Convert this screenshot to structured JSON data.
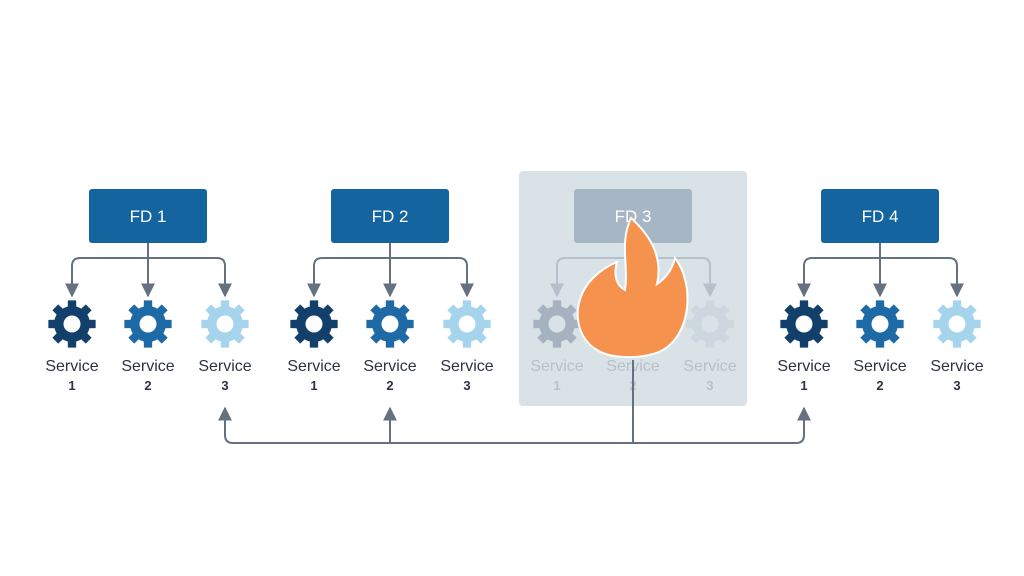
{
  "colors": {
    "box": "#1464a0",
    "box_failed": "#a7b6c5",
    "failed_zone": "#d9e2e6",
    "gear_dark": "#12406b",
    "gear_mid": "#1e6aa6",
    "gear_light": "#a6d4ec",
    "gear_dim_1": "#a6b2bf",
    "gear_dim_2": "#b3bfcb",
    "gear_dim_3": "#cdd7df",
    "connector": "#667180",
    "fire": "#f5924e"
  },
  "icons": {
    "service": "gear-icon",
    "failure": "fire-icon"
  },
  "domains": [
    {
      "label": "FD 1",
      "failed": false,
      "services": [
        {
          "label": "Service",
          "number": "1"
        },
        {
          "label": "Service",
          "number": "2"
        },
        {
          "label": "Service",
          "number": "3"
        }
      ]
    },
    {
      "label": "FD 2",
      "failed": false,
      "services": [
        {
          "label": "Service",
          "number": "1"
        },
        {
          "label": "Service",
          "number": "2"
        },
        {
          "label": "Service",
          "number": "3"
        }
      ]
    },
    {
      "label": "FD 3",
      "failed": true,
      "services": [
        {
          "label": "Service",
          "number": "1"
        },
        {
          "label": "Service",
          "number": "2"
        },
        {
          "label": "Service",
          "number": "3"
        }
      ]
    },
    {
      "label": "FD 4",
      "failed": false,
      "services": [
        {
          "label": "Service",
          "number": "1"
        },
        {
          "label": "Service",
          "number": "2"
        },
        {
          "label": "Service",
          "number": "3"
        }
      ]
    }
  ],
  "failover_targets": [
    {
      "domain": "FD 1",
      "service": "3"
    },
    {
      "domain": "FD 2",
      "service": "2"
    },
    {
      "domain": "FD 4",
      "service": "1"
    }
  ]
}
